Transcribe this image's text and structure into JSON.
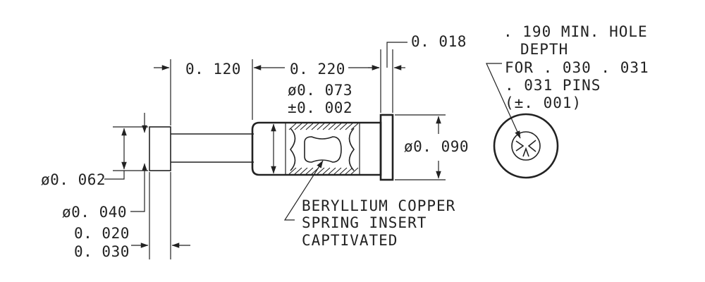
{
  "dimensions": {
    "length_head": "0. 120",
    "length_body": "0. 220",
    "flange_thickness": "0. 018",
    "bore_dia_line1": "ø0. 073",
    "bore_dia_line2": "±0. 002",
    "flange_dia": "ø0. 090",
    "head_dia": "ø0. 062",
    "pin_dia": "ø0. 040",
    "head_len_line1": "0. 020",
    "head_len_line2": "0. 030"
  },
  "notes": {
    "insert_line1": "BERYLLIUM COPPER",
    "insert_line2": "SPRING INSERT",
    "insert_line3": "CAPTIVATED",
    "hole_line1": ". 190 MIN.  HOLE",
    "hole_line2": "DEPTH",
    "hole_line3": "FOR . 030 . 031",
    "hole_line4": ". 031 PINS",
    "hole_line5": "(±. 001)"
  }
}
